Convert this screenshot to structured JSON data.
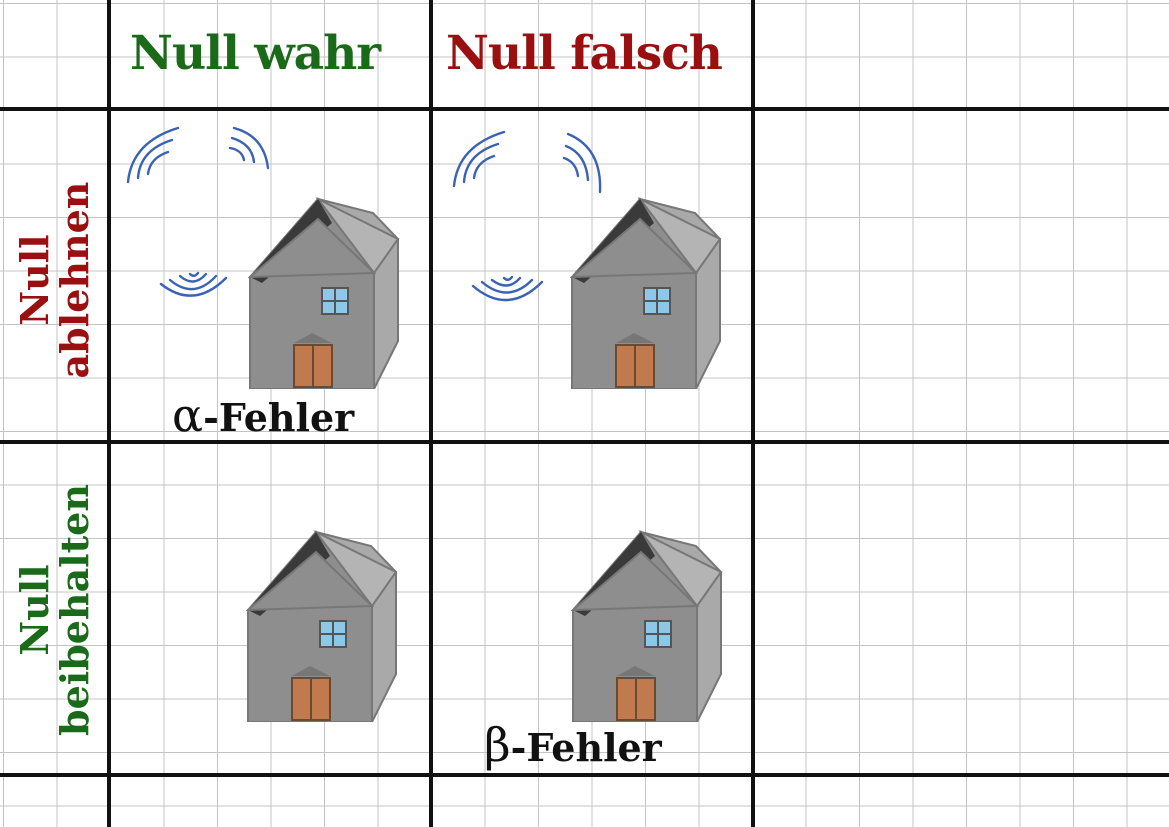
{
  "columns": [
    {
      "label": "Null wahr",
      "color": "#1a6a1a"
    },
    {
      "label": "Null falsch",
      "color": "#9a1010"
    }
  ],
  "rows": [
    {
      "line1": "Null",
      "line2": "ablehnen",
      "color": "#9a1010"
    },
    {
      "line1": "Null",
      "line2": "beibehalten",
      "color": "#1a6a1a"
    }
  ],
  "errors": {
    "alpha": {
      "symbol": "α",
      "text": "-Fehler"
    },
    "beta": {
      "symbol": "β",
      "text": "-Fehler"
    }
  },
  "icons": {
    "house": "house-icon",
    "signal": "signal-waves-icon"
  },
  "colors": {
    "wave": "#3a62b5",
    "house_front": "#8e8e8e",
    "house_side": "#a9a9a9",
    "roof_dark": "#3a3a3a",
    "door": "#c07a4e",
    "window": "#8ec8e8"
  }
}
